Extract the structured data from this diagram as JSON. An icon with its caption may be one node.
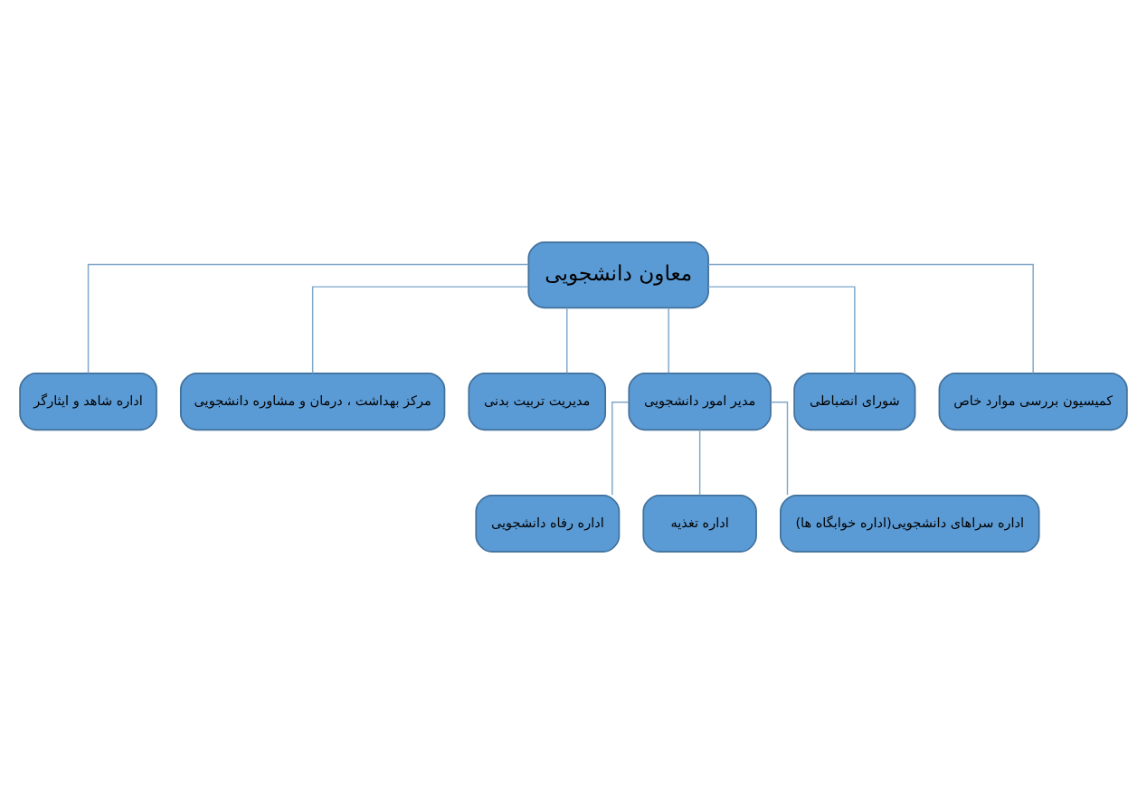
{
  "diagram": {
    "nodes": [
      {
        "text": [
          "معاون دانشجویی"
        ]
      },
      {
        "text": [
          "کمیسیون بررسی موارد خاص"
        ]
      },
      {
        "text": [
          "شورای انضباطی"
        ]
      },
      {
        "text": [
          "مدیر امور دانشجویی"
        ]
      },
      {
        "text": [
          "مدیریت تربیت بدنی"
        ]
      },
      {
        "text": [
          "مرکز بهداشت ، درمان و مشاوره دانشجویی"
        ]
      },
      {
        "text": [
          "اداره شاهد و ایثارگر"
        ]
      },
      {
        "text": [
          "اداره سراهای دانشجویی(اداره خوابگاه ها)"
        ]
      },
      {
        "text": [
          "اداره تغذیه"
        ]
      },
      {
        "text": [
          "اداره رفاه دانشجویی"
        ]
      }
    ],
    "edges": [
      {
        "from": 0,
        "to": 1,
        "arrow": "none"
      },
      {
        "from": 0,
        "to": 2,
        "arrow": "none"
      },
      {
        "from": 0,
        "to": 3,
        "arrow": "none"
      },
      {
        "from": 0,
        "to": 4,
        "arrow": "none"
      },
      {
        "from": 0,
        "to": 5,
        "arrow": "none"
      },
      {
        "from": 0,
        "to": 6,
        "arrow": "none"
      },
      {
        "from": 3,
        "to": 7,
        "arrow": "none"
      },
      {
        "from": 3,
        "to": 8,
        "arrow": "none"
      },
      {
        "from": 3,
        "to": 9,
        "arrow": "none"
      }
    ]
  }
}
